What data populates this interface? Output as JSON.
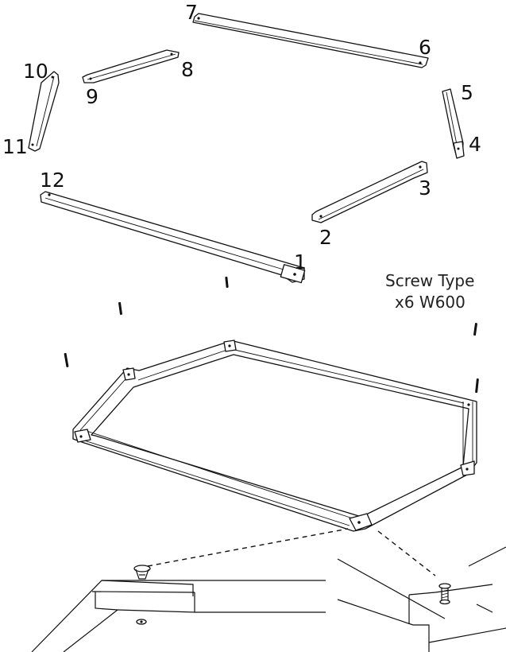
{
  "part_labels": [
    "1",
    "2",
    "3",
    "4",
    "5",
    "6",
    "7",
    "8",
    "9",
    "10",
    "11",
    "12"
  ],
  "caption": {
    "line1": "Screw Type",
    "line2": "x6 W600"
  },
  "icons": [
    "rail-part",
    "screw-icon",
    "hex-key-icon",
    "assembled-frame",
    "detail-inset"
  ],
  "colors": {
    "stroke": "#111111",
    "background": "#ffffff"
  }
}
